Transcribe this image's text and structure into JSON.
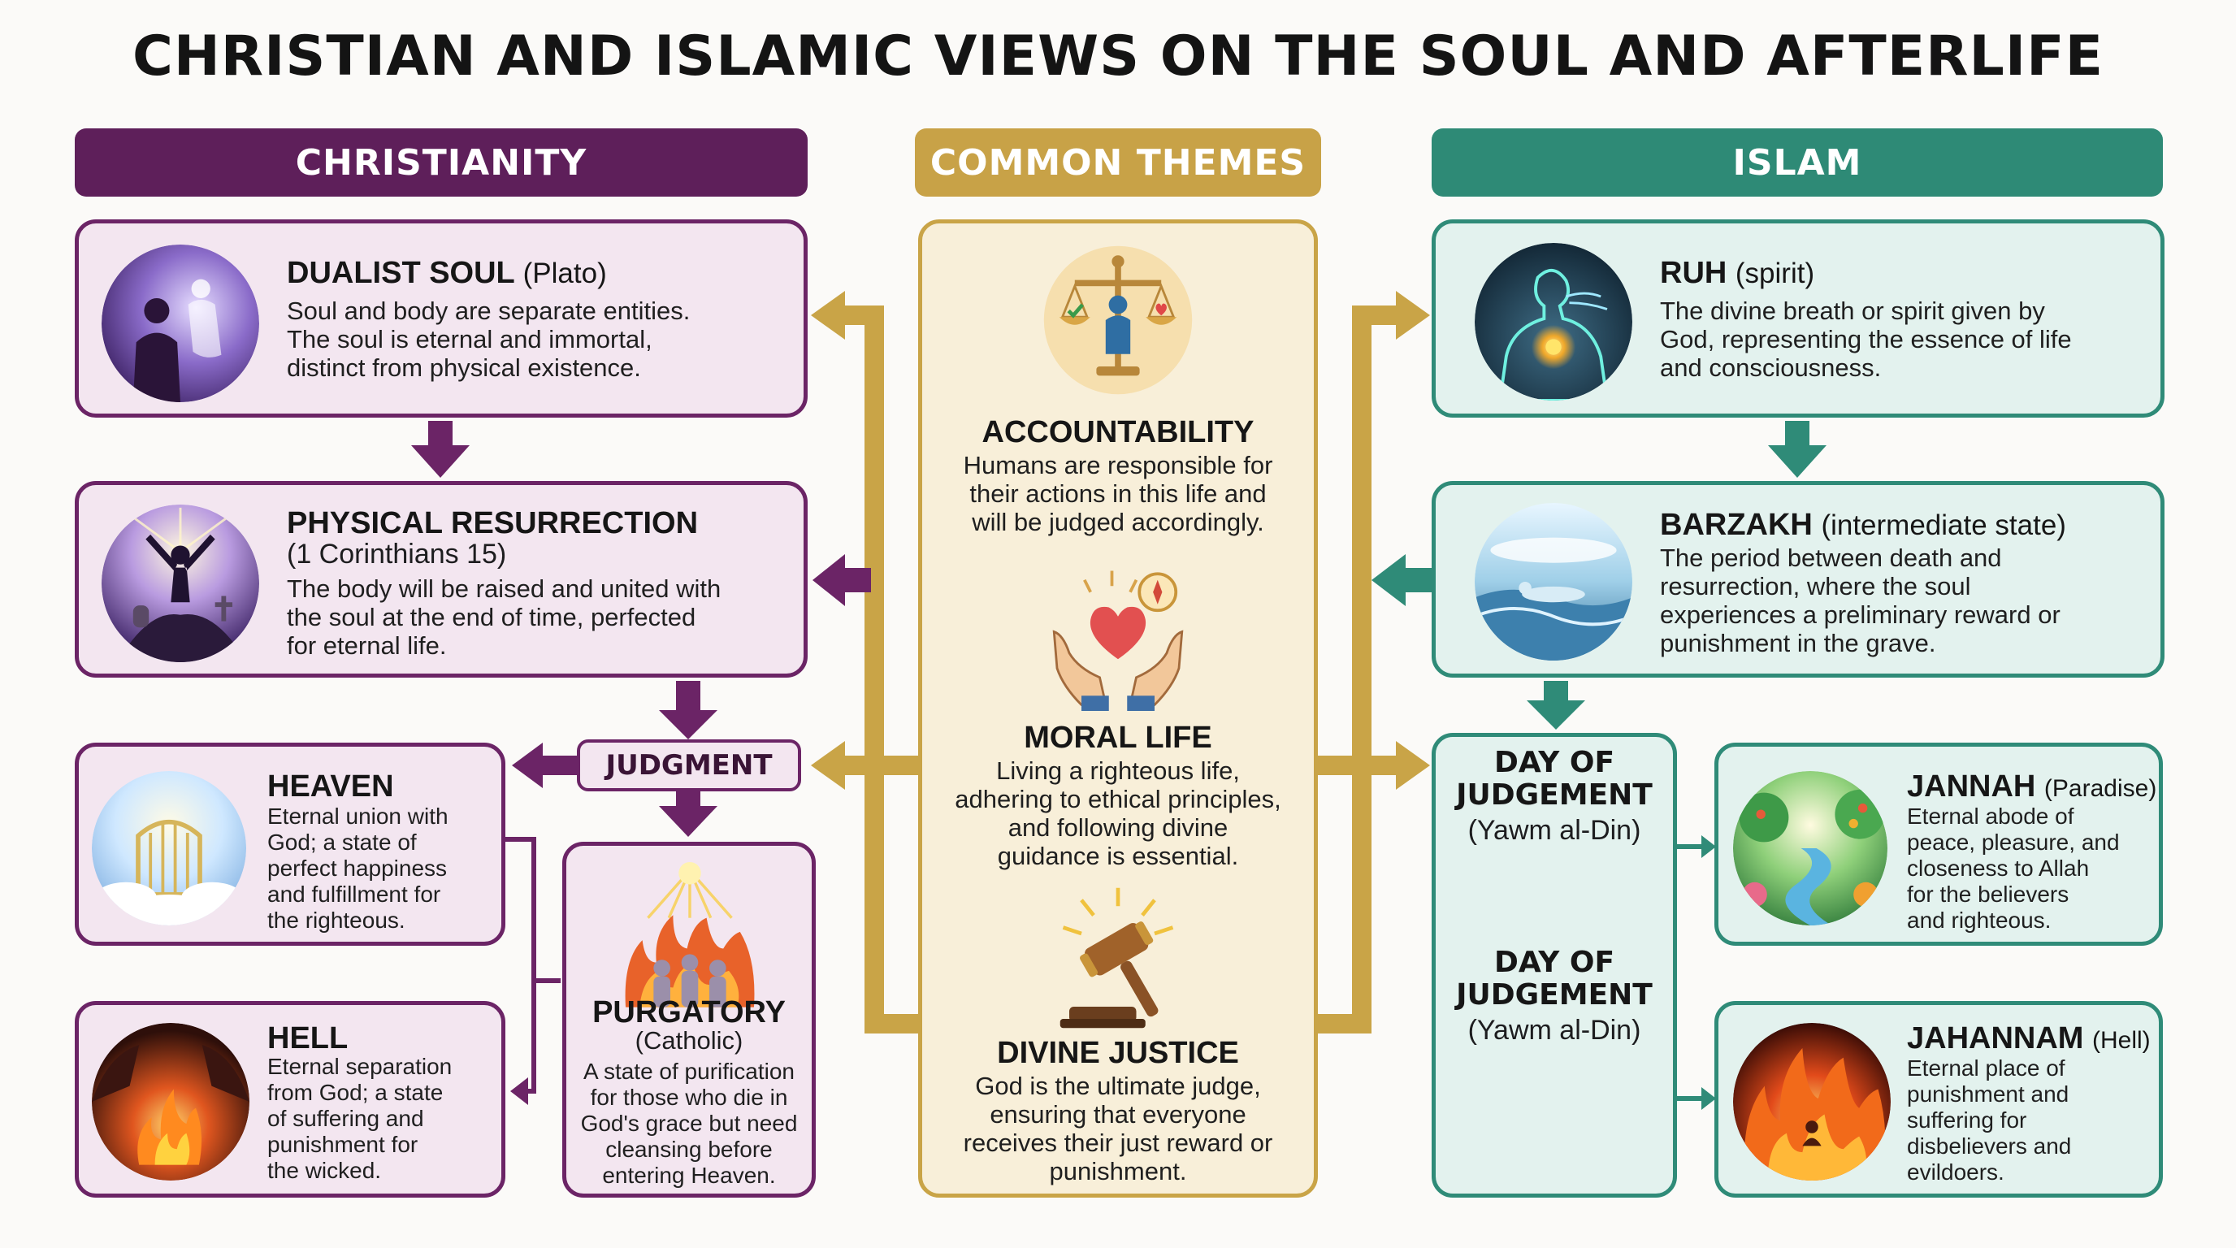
{
  "title": "CHRISTIAN AND ISLAMIC VIEWS ON THE SOUL AND AFTERLIFE",
  "colors": {
    "christianity": "#6b2466",
    "common": "#c9a447",
    "islam": "#2f8b78"
  },
  "headers": {
    "christianity": "CHRISTIANITY",
    "common": "COMMON THEMES",
    "islam": "ISLAM"
  },
  "christianity": {
    "dualist": {
      "title": "DUALIST SOUL",
      "sub": "(Plato)",
      "desc": [
        "Soul and body are separate entities.",
        "The soul is eternal and immortal,",
        "distinct from physical existence."
      ]
    },
    "resurrection": {
      "title": "PHYSICAL RESURRECTION",
      "sub": "(1 Corinthians 15)",
      "desc": [
        "The body will be raised and united with",
        "the soul at the end of time, perfected",
        "for eternal life."
      ]
    },
    "judgment": "JUDGMENT",
    "heaven": {
      "title": "HEAVEN",
      "desc": [
        "Eternal union with",
        "God; a state of",
        "perfect happiness",
        "and fulfillment for",
        "the righteous."
      ]
    },
    "hell": {
      "title": "HELL",
      "desc": [
        "Eternal separation",
        "from God; a state",
        "of suffering and",
        "punishment for",
        "the wicked."
      ]
    },
    "purgatory": {
      "title": "PURGATORY",
      "sub": "(Catholic)",
      "desc": [
        "A state of purification",
        "for those who die in",
        "God's grace but need",
        "cleansing before",
        "entering Heaven."
      ]
    }
  },
  "common": {
    "accountability": {
      "title": "ACCOUNTABILITY",
      "desc": [
        "Humans are responsible for",
        "their actions in this life and",
        "will be judged accordingly."
      ]
    },
    "moral": {
      "title": "MORAL LIFE",
      "desc": [
        "Living a righteous life,",
        "adhering to ethical principles,",
        "and following divine",
        "guidance is essential."
      ]
    },
    "justice": {
      "title": "DIVINE JUSTICE",
      "desc": [
        "God is the ultimate judge,",
        "ensuring that everyone",
        "receives their just reward or",
        "punishment."
      ]
    }
  },
  "islam": {
    "ruh": {
      "title": "RUH",
      "sub": "(spirit)",
      "desc": [
        "The divine breath or spirit given by",
        "God, representing the essence of life",
        "and consciousness."
      ]
    },
    "barzakh": {
      "title": "BARZAKH",
      "sub": "(intermediate state)",
      "desc": [
        "The period between death and",
        "resurrection, where the soul",
        "experiences a preliminary reward or",
        "punishment in the grave."
      ]
    },
    "day1": {
      "title": [
        "DAY OF",
        "JUDGEMENT"
      ],
      "sub": "(Yawm al-Din)"
    },
    "day2": {
      "title": [
        "DAY OF",
        "JUDGEMENT"
      ],
      "sub": "(Yawm al-Din)"
    },
    "jannah": {
      "title": "JANNAH",
      "sub": "(Paradise)",
      "desc": [
        "Eternal abode of",
        "peace, pleasure, and",
        "closeness to Allah",
        "for the believers",
        "and righteous."
      ]
    },
    "jahannam": {
      "title": "JAHANNAM",
      "sub": "(Hell)",
      "desc": [
        "Eternal place of",
        "punishment and",
        "suffering for",
        "disbelievers and",
        "evildoers."
      ]
    }
  }
}
